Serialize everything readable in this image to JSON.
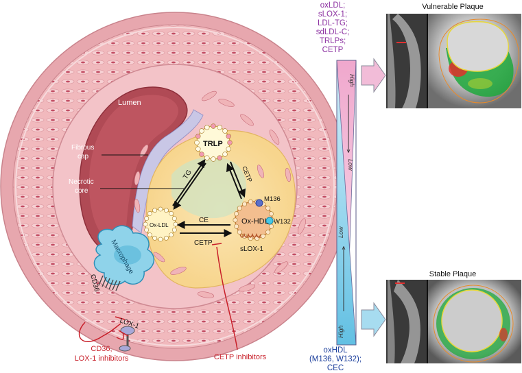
{
  "artery": {
    "lumen": "Lumen",
    "fibrous_cap": [
      "Fibrous",
      "cap"
    ],
    "necrotic_core": [
      "Necrotic",
      "core"
    ],
    "trlp": "TRLP",
    "ox_ldl": "Ox-LDL",
    "ox_hdl": "Ox-HDL",
    "m136": "M136",
    "w132": "W132",
    "tg": "TG",
    "cetp_vertical": "CETP",
    "ce": "CE",
    "cetp_horizontal": "CETP",
    "slox1": "sLOX-1",
    "macrophage": "Macrophage",
    "cd36": "CD36",
    "lox1": "LOX-1"
  },
  "inhibitors": {
    "cd36_lox1": [
      "CD36,",
      "LOX-1 inhibitors"
    ],
    "cetp": "CETP inhibitors"
  },
  "markers_top": [
    "oxLDL;",
    "sLOX-1;",
    "LDL-TG;",
    "sdLDL-C;",
    "TRLPs;",
    "CETP"
  ],
  "markers_bottom": [
    "oxHDL",
    "(M136, W132);",
    "CEC"
  ],
  "gradient": {
    "pink_high": "High",
    "pink_low": "Low",
    "blue_low": "Low",
    "blue_high": "High"
  },
  "plaques": {
    "vulnerable": "Vulnerable Plaque",
    "stable": "Stable Plaque"
  },
  "colors": {
    "purple_text": "#8b2fa0",
    "blue_text": "#1c3f9c",
    "red_text": "#c8202a",
    "pink_bar": "#f3c3da",
    "blue_bar": "#9fd6ec"
  }
}
